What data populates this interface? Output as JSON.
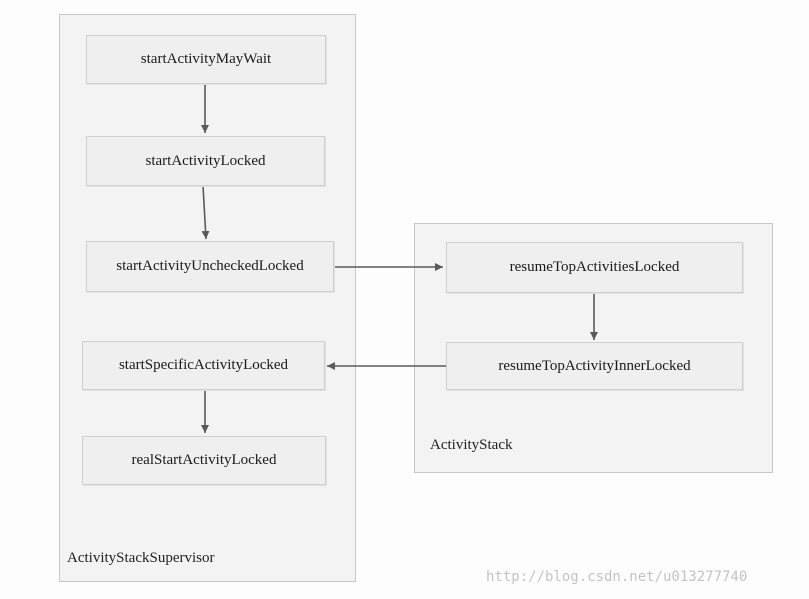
{
  "containers": {
    "supervisor": {
      "label": "ActivityStackSupervisor"
    },
    "stack": {
      "label": "ActivityStack"
    }
  },
  "nodes": {
    "start_activity_may_wait": "startActivityMayWait",
    "start_activity_locked": "startActivityLocked",
    "start_activity_unchecked_locked": "startActivityUncheckedLocked",
    "start_specific_activity_locked": "startSpecificActivityLocked",
    "real_start_activity_locked": "realStartActivityLocked",
    "resume_top_activities_locked": "resumeTopActivitiesLocked",
    "resume_top_activity_inner_locked": "resumeTopActivityInnerLocked"
  },
  "watermark": "http://blog.csdn.net/u013277740",
  "colors": {
    "arrow": "#5a5a5a",
    "box_fill": "#efefef",
    "container_fill": "#f3f3f3"
  }
}
